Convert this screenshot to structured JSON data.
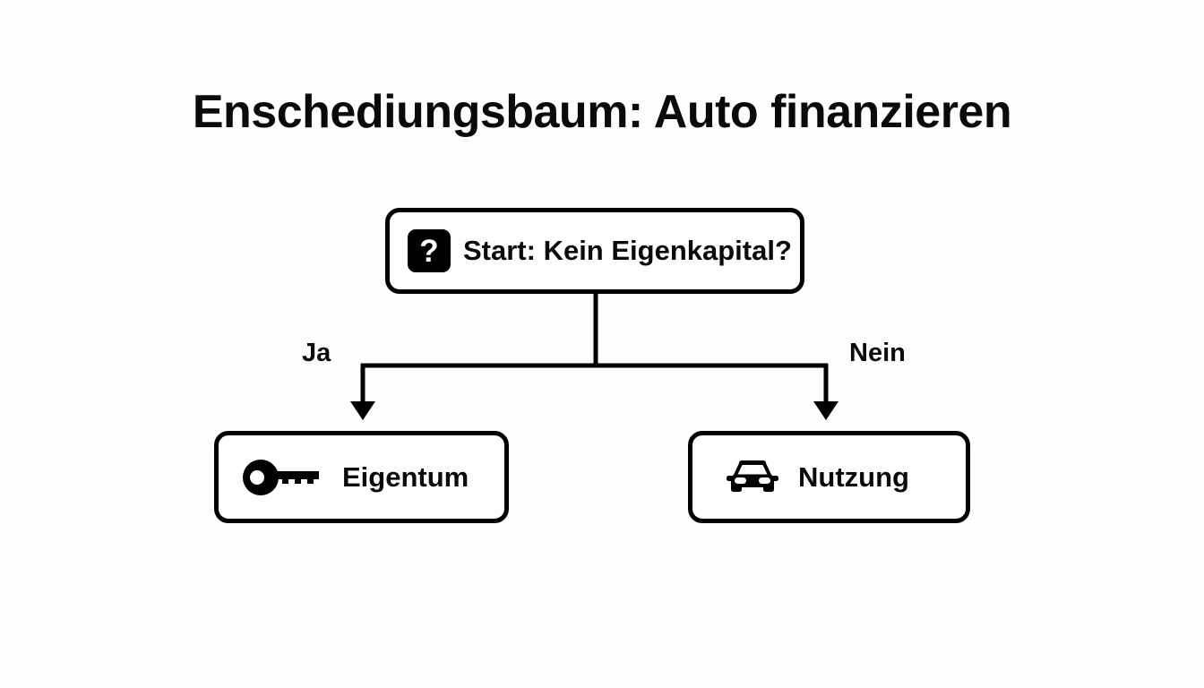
{
  "diagram": {
    "title": "Enschediungsbaum: Auto finanzieren",
    "type": "decision-tree",
    "background_color": "#fdfeff",
    "line_color": "#000000",
    "text_color": "#0a0a0a",
    "root": {
      "id": "start",
      "label": "Start: Kein Eigenkapital?",
      "icon": "question-mark-badge-icon"
    },
    "edges": [
      {
        "from": "start",
        "to": "eigentum",
        "label": "Ja"
      },
      {
        "from": "start",
        "to": "nutzung",
        "label": "Nein"
      }
    ],
    "leaves": [
      {
        "id": "eigentum",
        "label": "Eigentum",
        "icon": "key-icon"
      },
      {
        "id": "nutzung",
        "label": "Nutzung",
        "icon": "car-icon"
      }
    ],
    "badge_glyph": "?"
  }
}
